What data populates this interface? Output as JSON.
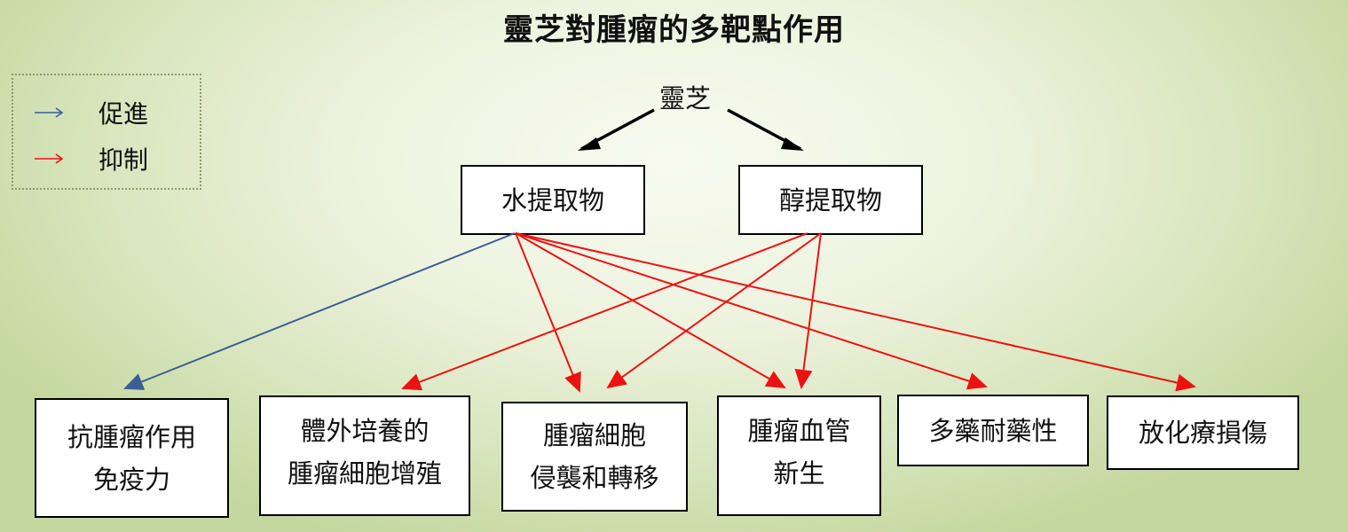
{
  "title": "靈芝對腫瘤的多靶點作用",
  "legend": {
    "promote": "促進",
    "inhibit": "抑制"
  },
  "colors": {
    "promote": "#3a5f96",
    "inhibit": "#ee1111",
    "source": "#000000"
  },
  "source": {
    "label": "靈芝"
  },
  "extracts": {
    "water": "水提取物",
    "alcohol": "醇提取物"
  },
  "targets": {
    "antitumor": [
      "抗腫瘤作用",
      "免疫力"
    ],
    "proliferation": [
      "體外培養的",
      "腫瘤細胞增殖"
    ],
    "invasion": [
      "腫瘤細胞",
      "侵襲和轉移"
    ],
    "angiogenesis": [
      "腫瘤血管",
      "新生"
    ],
    "mdr": [
      "多藥耐藥性"
    ],
    "damage": [
      "放化療損傷"
    ]
  },
  "edges": [
    {
      "from": "source",
      "to": "water",
      "type": "source"
    },
    {
      "from": "source",
      "to": "alcohol",
      "type": "source"
    },
    {
      "from": "water",
      "to": "antitumor",
      "type": "promote"
    },
    {
      "from": "water",
      "to": "invasion",
      "type": "inhibit"
    },
    {
      "from": "water",
      "to": "angiogenesis",
      "type": "inhibit"
    },
    {
      "from": "water",
      "to": "mdr",
      "type": "inhibit"
    },
    {
      "from": "water",
      "to": "damage",
      "type": "inhibit"
    },
    {
      "from": "alcohol",
      "to": "proliferation",
      "type": "inhibit"
    },
    {
      "from": "alcohol",
      "to": "invasion",
      "type": "inhibit"
    },
    {
      "from": "alcohol",
      "to": "angiogenesis",
      "type": "inhibit"
    }
  ]
}
